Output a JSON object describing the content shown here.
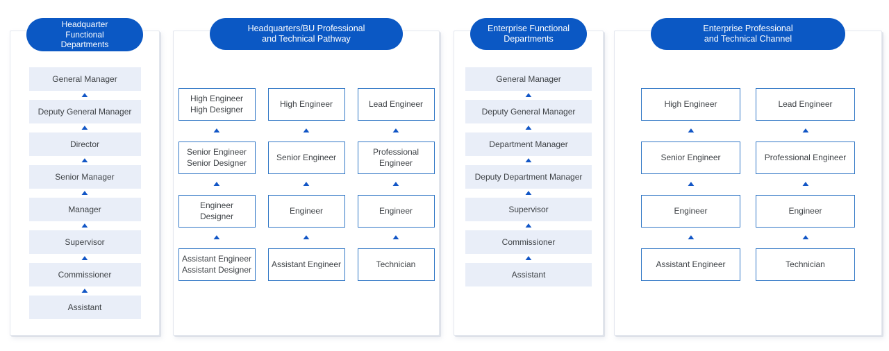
{
  "colors": {
    "pill_blue": "#0b58c4",
    "box_fill": "#e9eef8",
    "box_border_blue": "#2f76c5",
    "arrow_blue": "#1256c6",
    "panel_border": "#e3e7ee",
    "text": "#3e4246"
  },
  "icons": {
    "arrow_up": "▲"
  },
  "panels": [
    {
      "title": "Headquarter\nFunctional\nDepartments",
      "boxes": [
        "General Manager",
        "Deputy General Manager",
        "Director",
        "Senior Manager",
        "Manager",
        "Supervisor",
        "Commissioner",
        "Assistant"
      ]
    },
    {
      "title": "Headquarters/BU  Professional\nand Technical Pathway",
      "columns": [
        [
          "High Engineer\nHigh Designer",
          "Senior Engineer\nSenior Designer",
          "Engineer\nDesigner",
          "Assistant Engineer\nAssistant Designer"
        ],
        [
          "High Engineer",
          "Senior Engineer",
          "Engineer",
          "Assistant Engineer"
        ],
        [
          "Lead Engineer",
          "Professional Engineer",
          "Engineer",
          "Technician"
        ]
      ]
    },
    {
      "title": "Enterprise Functional\nDepartments",
      "boxes": [
        "General Manager",
        "Deputy General Manager",
        "Department Manager",
        "Deputy Department Manager",
        "Supervisor",
        "Commissioner",
        "Assistant"
      ]
    },
    {
      "title": "Enterprise Professional\nand Technical Channel",
      "columns": [
        [
          "High Engineer",
          "Senior Engineer",
          "Engineer",
          "Assistant Engineer"
        ],
        [
          "Lead Engineer",
          "Professional Engineer",
          "Engineer",
          "Technician"
        ]
      ]
    }
  ]
}
